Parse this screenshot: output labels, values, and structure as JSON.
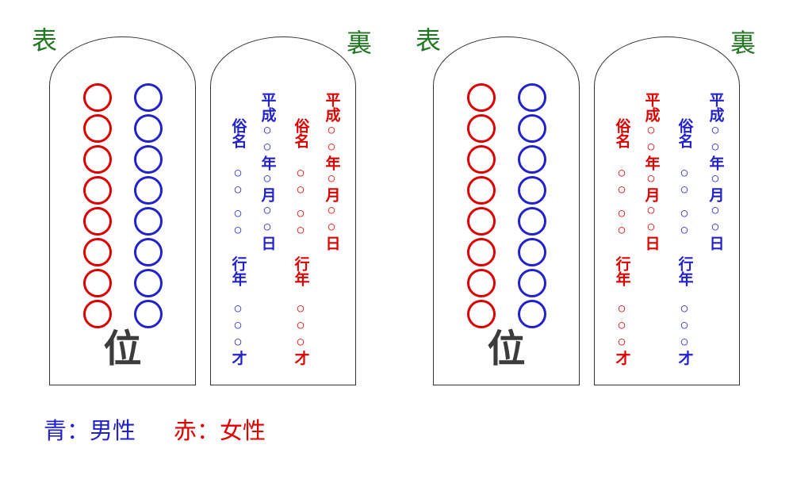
{
  "labels": {
    "front": "表",
    "back": "裏"
  },
  "tablet": {
    "seat_char": "位",
    "name_label": "俗名",
    "name_placeholder": "○○",
    "age_label": "行年",
    "age_placeholder": "○○○才",
    "date_text": "平成○○年○月○○日",
    "front_circles_per_column": 8
  },
  "legend": {
    "male": "青：男性",
    "female": "赤：女性"
  },
  "colors": {
    "male": "#2222cc",
    "female": "#dd0000",
    "green": "#227722",
    "seat": "#3c3c3c",
    "outline": "#333333"
  },
  "groups": [
    {
      "front": {
        "columns": [
          "female",
          "male"
        ]
      },
      "back": {
        "columns": [
          {
            "color": "male",
            "kind": "name"
          },
          {
            "color": "male",
            "kind": "date"
          },
          {
            "color": "female",
            "kind": "name"
          },
          {
            "color": "female",
            "kind": "date"
          }
        ]
      }
    },
    {
      "front": {
        "columns": [
          "female",
          "male"
        ]
      },
      "back": {
        "columns": [
          {
            "color": "female",
            "kind": "name"
          },
          {
            "color": "female",
            "kind": "date"
          },
          {
            "color": "male",
            "kind": "name"
          },
          {
            "color": "male",
            "kind": "date"
          }
        ]
      }
    }
  ]
}
